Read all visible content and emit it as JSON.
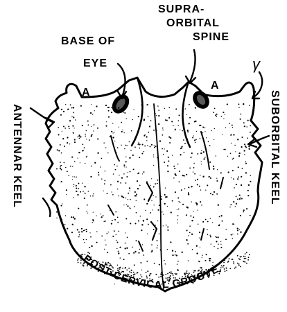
{
  "figure": {
    "labels": {
      "base_of_eye_line1": "BASE OF",
      "base_of_eye_line2": "EYE",
      "supra_line1": "SUPRA-",
      "supra_line2": "ORBITAL",
      "supra_line3": "SPINE",
      "symbol": "γ",
      "region_a_left": "A",
      "region_a_right": "A",
      "antennar_keel": "ANTENNAR KEEL",
      "suborbital_keel": "SUBORBITAL KEEL",
      "post_cervical_groove": "POST-CERVICAL GROOVE"
    }
  }
}
